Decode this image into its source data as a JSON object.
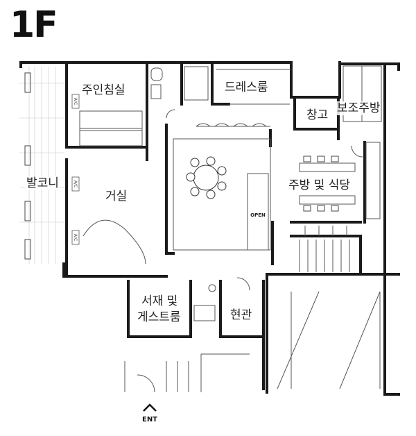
{
  "floor_label": "1F",
  "rooms": {
    "master_bedroom": "주인침실",
    "dress_room": "드레스룸",
    "storage": "창고",
    "aux_kitchen": "보조주방",
    "balcony": "발코니",
    "living_room": "거실",
    "kitchen_dining": "주방 및 식당",
    "study_guest_line1": "서재 및",
    "study_guest_line2": "게스트룸",
    "entrance_hall": "현관"
  },
  "plan_marks": {
    "ac": "A/C",
    "open": "OPEN",
    "entrance": "ENT"
  }
}
